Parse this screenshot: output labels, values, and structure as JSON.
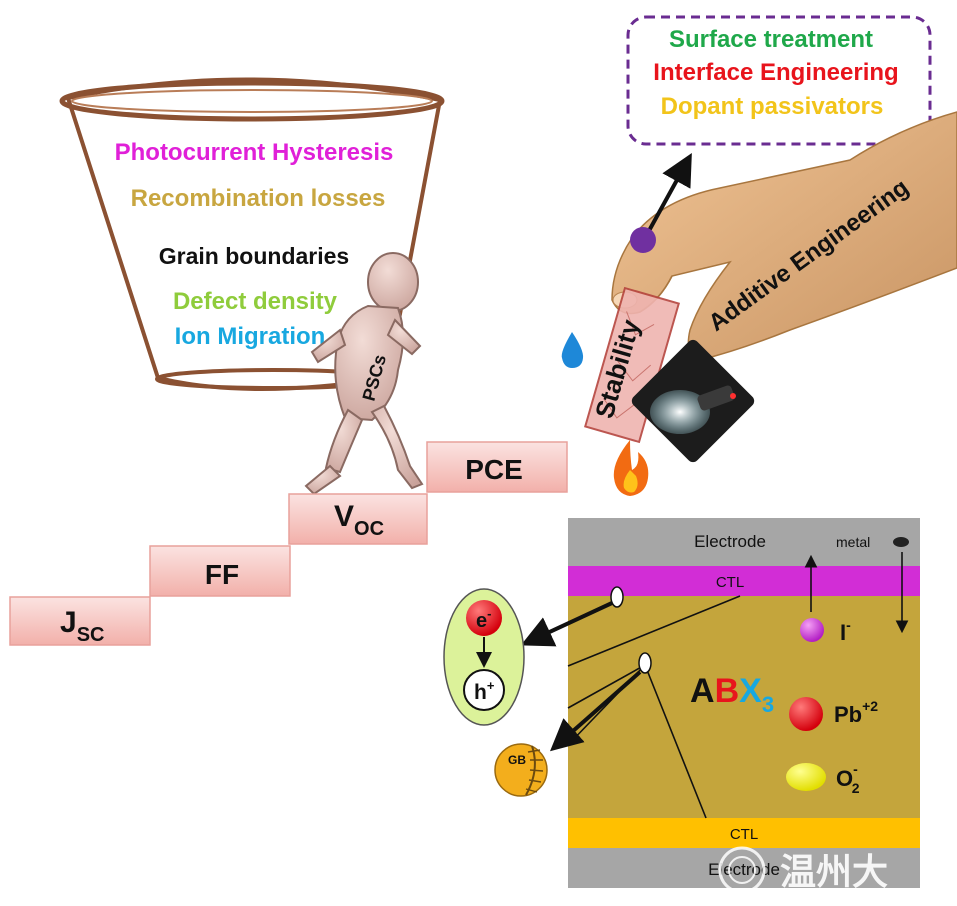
{
  "funnel": {
    "items": [
      {
        "text": "Photocurrent Hysteresis",
        "color": "#e020d8"
      },
      {
        "text": "Recombination losses",
        "color": "#c8a640"
      },
      {
        "text": "Grain boundaries",
        "color": "#111111"
      },
      {
        "text": "Defect density",
        "color": "#8fcc3c"
      },
      {
        "text": "Ion Migration",
        "color": "#18a8e0"
      }
    ]
  },
  "figure": {
    "label": "PSCs"
  },
  "stairs": {
    "steps": [
      {
        "main": "J",
        "sub": "SC"
      },
      {
        "main": "FF",
        "sub": ""
      },
      {
        "main": "V",
        "sub": "OC"
      },
      {
        "main": "PCE",
        "sub": ""
      }
    ]
  },
  "strategies": {
    "items": [
      {
        "text": "Surface treatment",
        "color": "#1fa84a"
      },
      {
        "text": "Interface Engineering",
        "color": "#e8141c"
      },
      {
        "text": "Dopant passivators",
        "color": "#f2c41a"
      }
    ],
    "border_color": "#6a2c91"
  },
  "hand": {
    "label": "Additive Engineering"
  },
  "stability": {
    "label": "Stability"
  },
  "device": {
    "electrode_top": "Electrode",
    "electrode_bottom": "Electrode",
    "ctl_top": "CTL",
    "ctl_bottom": "CTL",
    "metal": "metal",
    "formula": {
      "a": "A",
      "b": "B",
      "x": "X",
      "sub": "3"
    },
    "ions": [
      {
        "main": "I",
        "sup": "-",
        "sub": ""
      },
      {
        "main": "Pb",
        "sup": "+2",
        "sub": ""
      },
      {
        "main": "O",
        "sup": "-",
        "sub": "2"
      }
    ],
    "carrier": {
      "electron": "e",
      "electron_sup": "-",
      "hole": "h",
      "hole_sup": "+"
    },
    "gb": "GB",
    "colors": {
      "electrode": "#a6a6a6",
      "ctl_top": "#d22dd6",
      "perovskite": "#c4a53c",
      "ctl_bottom": "#ffc000"
    }
  },
  "watermark": "温州大"
}
